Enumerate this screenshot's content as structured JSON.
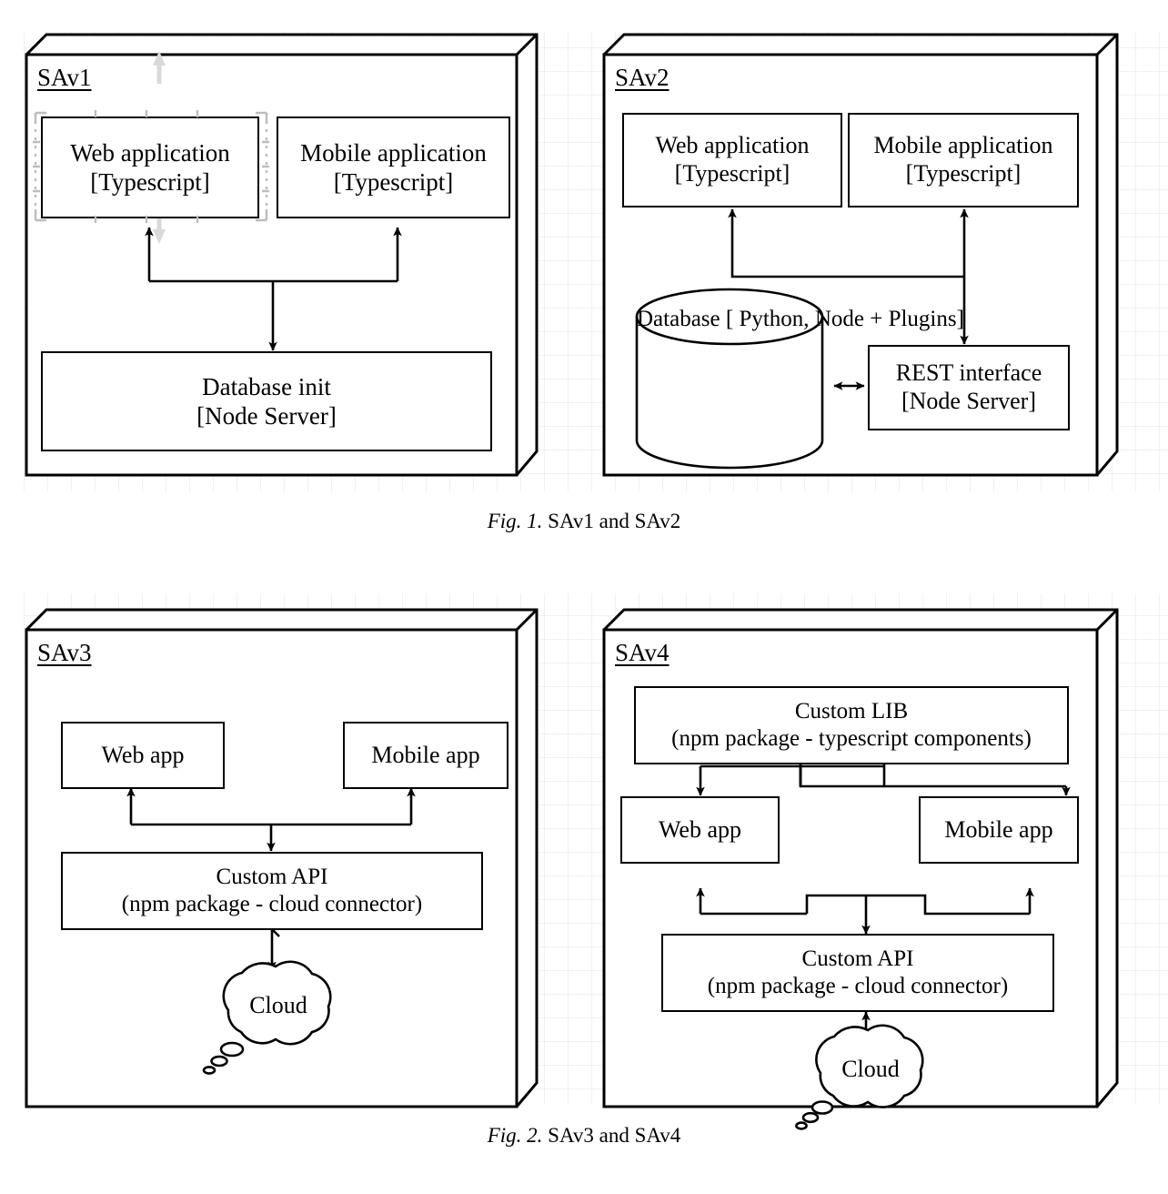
{
  "document": {
    "type": "architecture-diagram-page",
    "background": "#ffffff",
    "grid_color": "#f0f0f0",
    "line_color": "#000000",
    "ghost_color": "#d9d9d9"
  },
  "figures": [
    {
      "id": "fig1",
      "caption_prefix": "Fig. 1.",
      "caption_text": "SAv1 and SAv2",
      "panels": [
        {
          "id": "sav1",
          "title": "SAv1",
          "nodes": [
            {
              "id": "sav1-web",
              "lines": [
                "Web application",
                "[Typescript]"
              ],
              "selected": true
            },
            {
              "id": "sav1-mobile",
              "lines": [
                "Mobile application",
                "[Typescript]"
              ],
              "selected": false
            },
            {
              "id": "sav1-db",
              "lines": [
                "Database init",
                "[Node Server]"
              ],
              "selected": false
            }
          ],
          "edges": [
            {
              "from": "sav1-db",
              "to": "sav1-web",
              "style": "bus-up",
              "arrow": "single"
            },
            {
              "from": "sav1-db",
              "to": "sav1-mobile",
              "style": "bus-up",
              "arrow": "single"
            },
            {
              "from": "bus",
              "to": "sav1-db",
              "style": "straight",
              "arrow": "single"
            }
          ]
        },
        {
          "id": "sav2",
          "title": "SAv2",
          "nodes": [
            {
              "id": "sav2-web",
              "lines": [
                "Web application",
                "[Typescript]"
              ],
              "shape": "rect"
            },
            {
              "id": "sav2-mobile",
              "lines": [
                "Mobile application",
                "[Typescript]"
              ],
              "shape": "rect"
            },
            {
              "id": "sav2-db",
              "lines": [
                "Database",
                "[ Python,",
                "Node +",
                "Plugins]"
              ],
              "shape": "cylinder"
            },
            {
              "id": "sav2-rest",
              "lines": [
                "REST interface",
                "[Node Server]"
              ],
              "shape": "rect"
            }
          ],
          "edges": [
            {
              "from": "sav2-db",
              "to": "sav2-rest",
              "style": "straight",
              "arrow": "double"
            },
            {
              "from": "sav2-rest",
              "to": "sav2-mobile",
              "style": "straight",
              "arrow": "double"
            },
            {
              "from": "sav2-rest",
              "to": "sav2-web",
              "style": "elbow",
              "arrow": "single"
            }
          ]
        }
      ]
    },
    {
      "id": "fig2",
      "caption_prefix": "Fig. 2.",
      "caption_text": "SAv3 and SAv4",
      "panels": [
        {
          "id": "sav3",
          "title": "SAv3",
          "nodes": [
            {
              "id": "sav3-web",
              "lines": [
                "Web app"
              ],
              "shape": "rect"
            },
            {
              "id": "sav3-mobile",
              "lines": [
                "Mobile app"
              ],
              "shape": "rect"
            },
            {
              "id": "sav3-api",
              "lines": [
                "Custom API",
                "(npm package - cloud connector)"
              ],
              "shape": "rect"
            },
            {
              "id": "sav3-cloud",
              "lines": [
                "Cloud"
              ],
              "shape": "cloud"
            }
          ],
          "edges": [
            {
              "from": "sav3-api",
              "to": "sav3-web",
              "style": "bus-up",
              "arrow": "single"
            },
            {
              "from": "sav3-api",
              "to": "sav3-mobile",
              "style": "bus-up",
              "arrow": "single"
            },
            {
              "from": "bus",
              "to": "sav3-api",
              "style": "straight",
              "arrow": "single"
            },
            {
              "from": "sav3-api",
              "to": "sav3-cloud",
              "style": "straight",
              "arrow": "single"
            }
          ]
        },
        {
          "id": "sav4",
          "title": "SAv4",
          "nodes": [
            {
              "id": "sav4-lib",
              "lines": [
                "Custom LIB",
                "(npm package - typescript components)"
              ],
              "shape": "rect"
            },
            {
              "id": "sav4-web",
              "lines": [
                "Web app"
              ],
              "shape": "rect"
            },
            {
              "id": "sav4-mobile",
              "lines": [
                "Mobile app"
              ],
              "shape": "rect"
            },
            {
              "id": "sav4-api",
              "lines": [
                "Custom API",
                "(npm package - cloud connector)"
              ],
              "shape": "rect"
            },
            {
              "id": "sav4-cloud",
              "lines": [
                "Cloud"
              ],
              "shape": "cloud"
            }
          ],
          "edges": [
            {
              "from": "sav4-lib",
              "to": "sav4-web",
              "style": "bus-down",
              "arrow": "single"
            },
            {
              "from": "sav4-lib",
              "to": "sav4-mobile",
              "style": "bus-down",
              "arrow": "single"
            },
            {
              "from": "bus",
              "to": "sav4-lib",
              "style": "straight",
              "arrow": "single"
            },
            {
              "from": "sav4-api",
              "to": "sav4-web",
              "style": "bus-up",
              "arrow": "single"
            },
            {
              "from": "sav4-api",
              "to": "sav4-mobile",
              "style": "bus-up",
              "arrow": "single"
            },
            {
              "from": "bus",
              "to": "sav4-api",
              "style": "straight",
              "arrow": "single"
            },
            {
              "from": "sav4-api",
              "to": "sav4-cloud",
              "style": "straight",
              "arrow": "double"
            }
          ]
        }
      ]
    }
  ],
  "labels": {
    "sav1": {
      "title": "SAv1",
      "web_l1": "Web application",
      "web_l2": "[Typescript]",
      "mobile_l1": "Mobile application",
      "mobile_l2": "[Typescript]",
      "db_l1": "Database init",
      "db_l2": "[Node Server]"
    },
    "sav2": {
      "title": "SAv2",
      "web_l1": "Web application",
      "web_l2": "[Typescript]",
      "mobile_l1": "Mobile application",
      "mobile_l2": "[Typescript]",
      "db_l1": "Database",
      "db_l2": "[ Python,",
      "db_l3": "Node +",
      "db_l4": "Plugins]",
      "rest_l1": "REST interface",
      "rest_l2": "[Node Server]"
    },
    "sav3": {
      "title": "SAv3",
      "web": "Web app",
      "mobile": "Mobile app",
      "api_l1": "Custom API",
      "api_l2": "(npm package - cloud connector)",
      "cloud": "Cloud"
    },
    "sav4": {
      "title": "SAv4",
      "lib_l1": "Custom LIB",
      "lib_l2": "(npm package - typescript components)",
      "web": "Web app",
      "mobile": "Mobile app",
      "api_l1": "Custom API",
      "api_l2": "(npm package - cloud connector)",
      "cloud": "Cloud"
    },
    "captions": {
      "fig1_prefix": "Fig. 1.",
      "fig1_text": "SAv1 and SAv2",
      "fig2_prefix": "Fig. 2.",
      "fig2_text": "SAv3 and SAv4"
    }
  }
}
